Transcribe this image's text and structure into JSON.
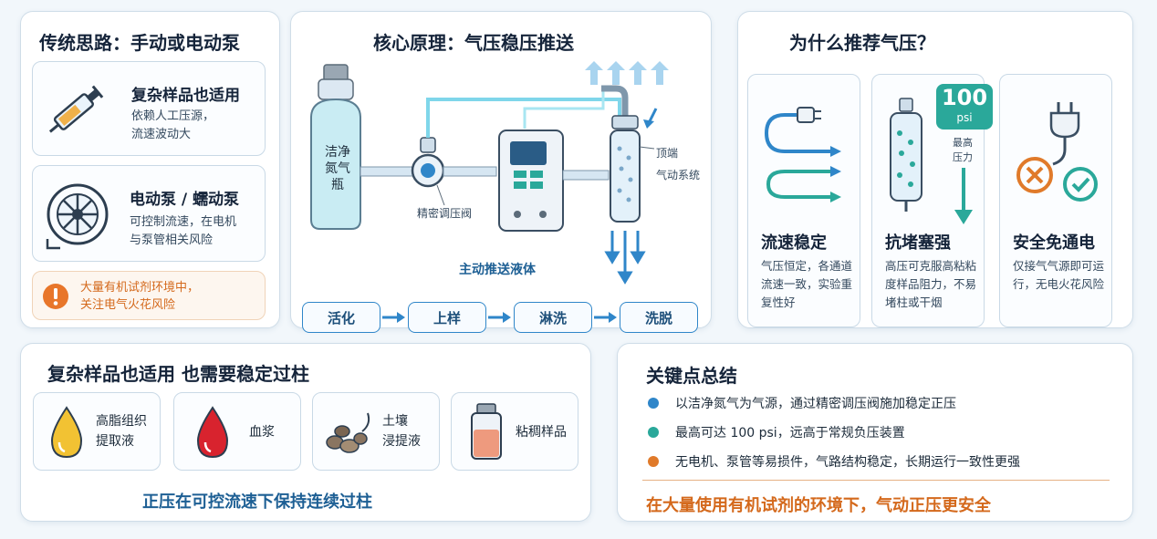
{
  "traditional": {
    "title": "传统思路：手动或电动泵",
    "manual": {
      "title": "复杂样品也适用",
      "desc1": "依赖人工压源，",
      "desc2": "流速波动大"
    },
    "electric": {
      "title": "电动泵 / 蠕动泵",
      "desc1": "可控制流速，在电机",
      "desc2": "与泵管相关风险"
    },
    "warning": {
      "line1": "大量有机试剂环境中，",
      "line2": "关注电气火花风险"
    }
  },
  "principle": {
    "title": "核心原理：气压稳压推送",
    "bottle_label": "洁净氮气瓶",
    "valve_label": "精密调压阀",
    "top_label1": "顶端",
    "top_label2": "气动系统",
    "push_label": "主动推送液体",
    "steps": [
      "活化",
      "上样",
      "淋洗",
      "洗脱"
    ]
  },
  "why": {
    "title": "为什么推荐气压？",
    "badge_value": "100",
    "badge_unit": "psi",
    "badge_note1": "最高",
    "badge_note2": "压力",
    "cards": [
      {
        "title": "流速稳定",
        "desc": "气压恒定，各通道流速一致，实验重复性好"
      },
      {
        "title": "抗堵塞强",
        "desc": "高压可克服高粘粘度样品阻力，不易堵柱或干烟"
      },
      {
        "title": "安全免通电",
        "desc": "仅接气气源即可运行，无电火花风险"
      }
    ]
  },
  "samples": {
    "title": "复杂样品也适用  也需要稳定过柱",
    "items": [
      {
        "line1": "高脂组织",
        "line2": "提取液"
      },
      {
        "line1": "血浆",
        "line2": ""
      },
      {
        "line1": "土壤",
        "line2": "浸提液"
      },
      {
        "line1": "粘稠样品",
        "line2": ""
      }
    ],
    "footer": "正压在可控流速下保持连续过柱"
  },
  "summary": {
    "title": "关键点总结",
    "items": [
      "以洁净氮气为气源，通过精密调压阀施加稳定正压",
      "最高可达 100 psi，远高于常规负压装置",
      "无电机、泵管等易损件，气路结构稳定，长期运行一致性更强"
    ],
    "footer": "在大量使用有机试剂的环境下，气动正压更安全"
  },
  "colors": {
    "accent": "#2f86c9",
    "orange": "#e07a2a",
    "teal": "#2aa89a",
    "navy": "#15243a"
  }
}
